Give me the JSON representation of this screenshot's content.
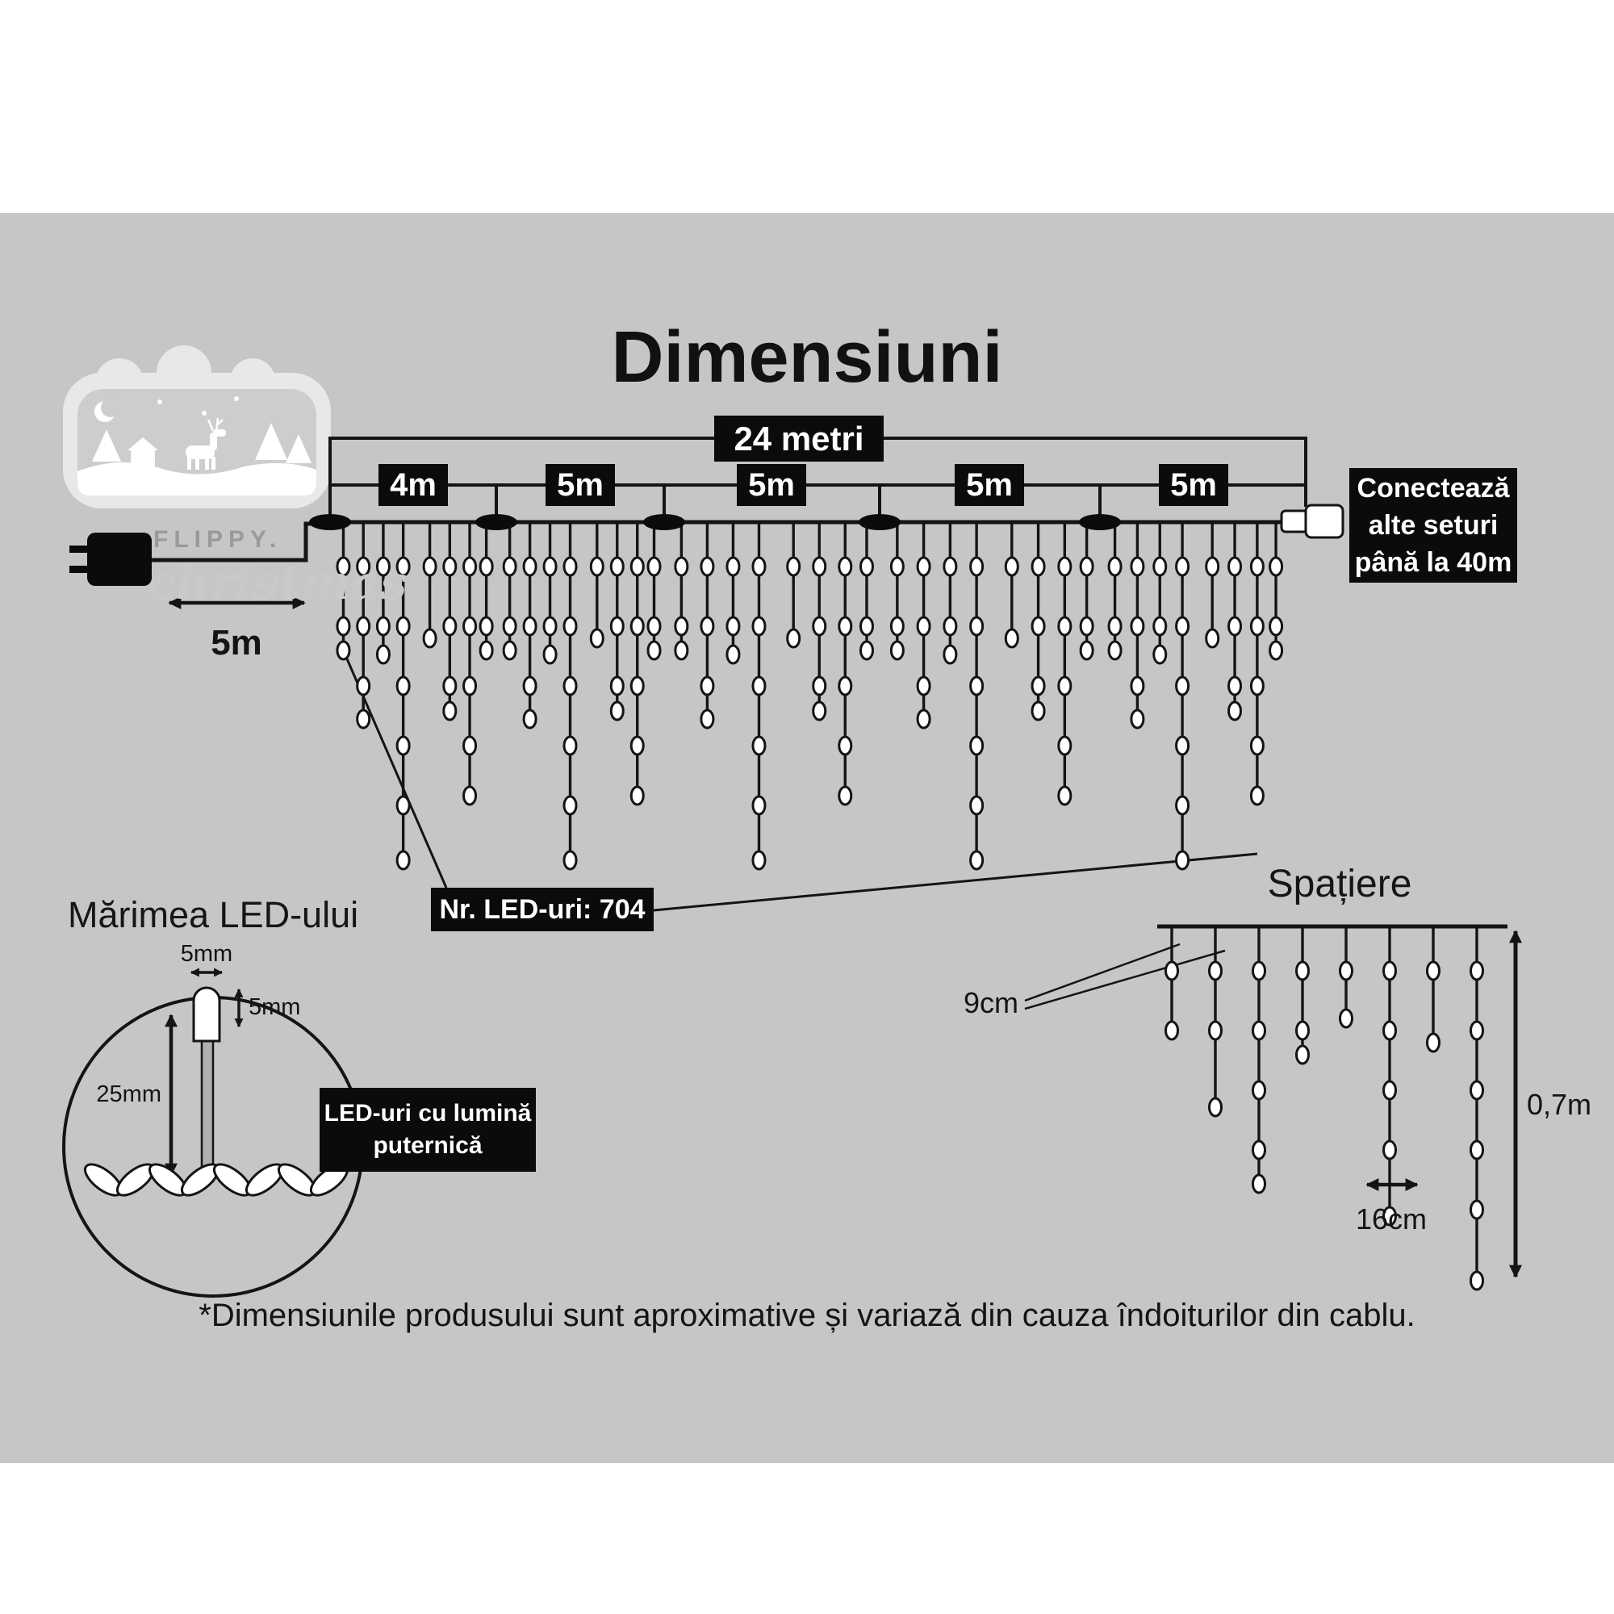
{
  "page": {
    "title": "Dimensiuni",
    "footer_note": "*Dimensiunile produsului sunt aproximative și variază din cauza îndoiturilor din cablu."
  },
  "logo": {
    "brand": "FLIPPY.",
    "script": "christmas"
  },
  "main_diagram": {
    "total_length_label": "24 metri",
    "lead_length_label": "5m",
    "segment_labels": [
      "4m",
      "5m",
      "5m",
      "5m",
      "5m"
    ],
    "connector_note_lines": [
      "Conectează",
      "alte seturi",
      "până la 40m"
    ],
    "led_count_label": "Nr. LED-uri: 704"
  },
  "led_size": {
    "heading": "Mărimea LED-ului",
    "bulb_width_label": "5mm",
    "bulb_height_label": "5mm",
    "bulb_length_label": "25mm",
    "note_lines": [
      "LED-uri cu lumină",
      "puternică"
    ]
  },
  "spacing": {
    "heading": "Spațiere",
    "strand_gap_label": "9cm",
    "led_gap_label": "16cm",
    "drop_height_label": "0,7m"
  },
  "colors": {
    "background_band": "#c6c6c6",
    "label_background": "#0b0b0b",
    "label_text": "#ffffff",
    "line": "#141414"
  }
}
